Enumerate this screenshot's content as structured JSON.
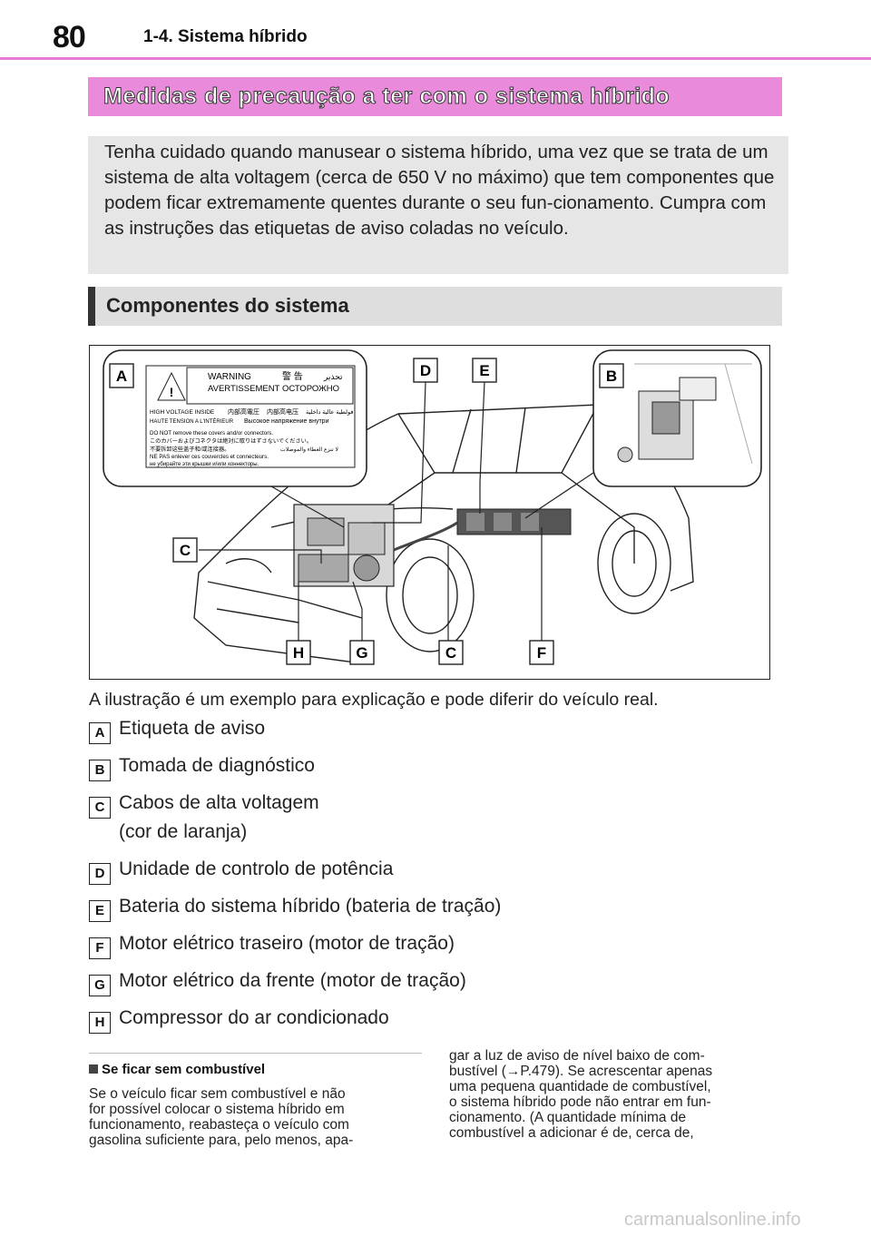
{
  "header": {
    "page_number": "80",
    "section": "1-4. Sistema híbrido"
  },
  "title": "Medidas de precaução a ter com o sistema híbrido",
  "intro": "Tenha cuidado quando manusear o sistema híbrido, uma vez que se trata de um sistema de alta voltagem (cerca de 650 V no máximo) que tem componentes que podem ficar extremamente quentes durante o seu fun-cionamento. Cumpra com as instruções das etiquetas de aviso coladas no veículo.",
  "subhead": "Componentes do sistema",
  "figure": {
    "callouts": [
      "A",
      "B",
      "C",
      "D",
      "E",
      "F",
      "G",
      "H"
    ],
    "warning_label": {
      "warning_en": "WARNING",
      "warning_jp": "警 告",
      "warning_ar": "تحذير",
      "warning_fr": "AVERTISSEMENT",
      "warning_ru": "ОСТОРОЖНО",
      "hv_en": "HIGH VOLTAGE INSIDE",
      "hv_jp": "内部高電圧",
      "hv_cn": "内部高电压",
      "hv_ar": "فولطية عالية داخلية",
      "hv_fr": "HAUTE TENSION A L'INTÉRIEUR",
      "hv_ru": "Высокое напряжение внутри",
      "line1": "DO  NOT  remove  these  covers  and/or  connectors.",
      "line2": "このカバーおよびコネクタは絶対に取りはずさないでください。",
      "line3": "不要拆卸这些盖子和/或连接器。",
      "line3_ar": "لا تنزع الغطاء والموصلات",
      "line4": "NE  PAS  enlever  ces  couvercles  et  connecteurs.",
      "line5": "не убирайте эти крышки и/или коннекторы."
    }
  },
  "caption": "A ilustração é um exemplo para explicação e pode diferir do veículo real.",
  "legend": [
    {
      "letter": "A",
      "text": "Etiqueta de aviso"
    },
    {
      "letter": "B",
      "text": "Tomada de diagnóstico"
    },
    {
      "letter": "C",
      "text": "Cabos de alta voltagem",
      "text2": "(cor de laranja)"
    },
    {
      "letter": "D",
      "text": "Unidade de controlo de potência"
    },
    {
      "letter": "E",
      "text": "Bateria do sistema híbrido (bateria de tração)"
    },
    {
      "letter": "F",
      "text": "Motor elétrico traseiro (motor de tração)"
    },
    {
      "letter": "G",
      "text": "Motor elétrico da frente (motor de tração)"
    },
    {
      "letter": "H",
      "text": "Compressor do ar condicionado"
    }
  ],
  "note": {
    "heading": "Se ficar sem combustível",
    "left": "Se o veículo ficar sem combustível e não\nfor possível colocar o sistema híbrido em\nfuncionamento, reabasteça o veículo com\ngasolina suficiente para, pelo menos, apa-",
    "right": "gar a luz de aviso de nível baixo de com-\nbustível (→P.479). Se acrescentar apenas\numa pequena quantidade de combustível,\no sistema híbrido pode não entrar em fun-\ncionamento. (A quantidade mínima de\ncombustível a adicionar é de, cerca de,"
  },
  "watermark": "carmanualsonline.info"
}
